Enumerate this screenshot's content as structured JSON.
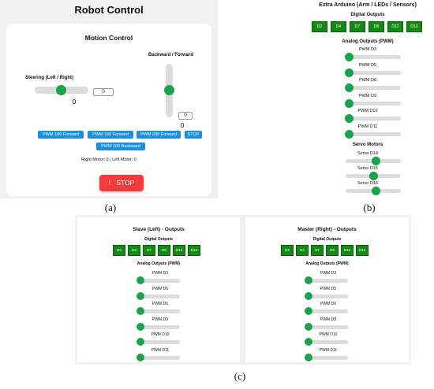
{
  "panel_a": {
    "title": "Robot Control",
    "card_title": "Motion Control",
    "backward_forward_label": "Backward / Forward",
    "steering_label": "Steering (Left / Right)",
    "steering_input": "0",
    "steering_value": "0",
    "forward_input": "0",
    "forward_value": "0",
    "buttons_row1": [
      "PWM 100 Forward",
      "PWM 150 Forward",
      "PWM 200 Forward",
      "STOP"
    ],
    "buttons_row2": [
      "PWM 100 Backward"
    ],
    "motor_status": "Right Motor: 0 | Left Motor: 0",
    "stop_icon": "!",
    "stop_label": "STOP",
    "caption": "(a)"
  },
  "panel_b": {
    "title": "Extra Arduino (Arm / LEDs / Sensors)",
    "digital_title": "Digital Outputs",
    "digital_buttons": [
      "D2",
      "D4",
      "D7",
      "D8",
      "D12",
      "D13"
    ],
    "analog_title": "Analog Outputs (PWM)",
    "pwm_labels": [
      "PWM D3",
      "PWM D5",
      "PWM D6",
      "PWM D9",
      "PWM D10",
      "PWM D11"
    ],
    "servo_title": "Servo Motors",
    "servo_labels": [
      "Servo D14",
      "Servo D15",
      "Servo D16"
    ],
    "caption": "(b)"
  },
  "panel_c": {
    "slave": {
      "title": "Slave (Left) - Outputs",
      "digital_title": "Digital Outputs",
      "digital_buttons": [
        "D2",
        "D4",
        "D7",
        "D8",
        "D12",
        "D13"
      ],
      "analog_title": "Analog Outputs (PWM)",
      "pwm_labels": [
        "PWM D3",
        "PWM D5",
        "PWM D6",
        "PWM D9",
        "PWM D10",
        "PWM D11"
      ]
    },
    "master": {
      "title": "Master (Right) - Outputs",
      "digital_title": "Digital Outputs",
      "digital_buttons": [
        "D2",
        "D4",
        "D7",
        "D8",
        "D12",
        "D13"
      ],
      "analog_title": "Analog Outputs (PWM)",
      "pwm_labels": [
        "PWM D3",
        "PWM D5",
        "PWM D6",
        "PWM D9",
        "PWM D10",
        "PWM D11"
      ]
    },
    "caption": "(c)"
  },
  "colors": {
    "slider_thumb": "#1aa34a",
    "digital_button": "#138a14",
    "command_button": "#1a8fe3",
    "stop_button": "#f23b3b"
  }
}
